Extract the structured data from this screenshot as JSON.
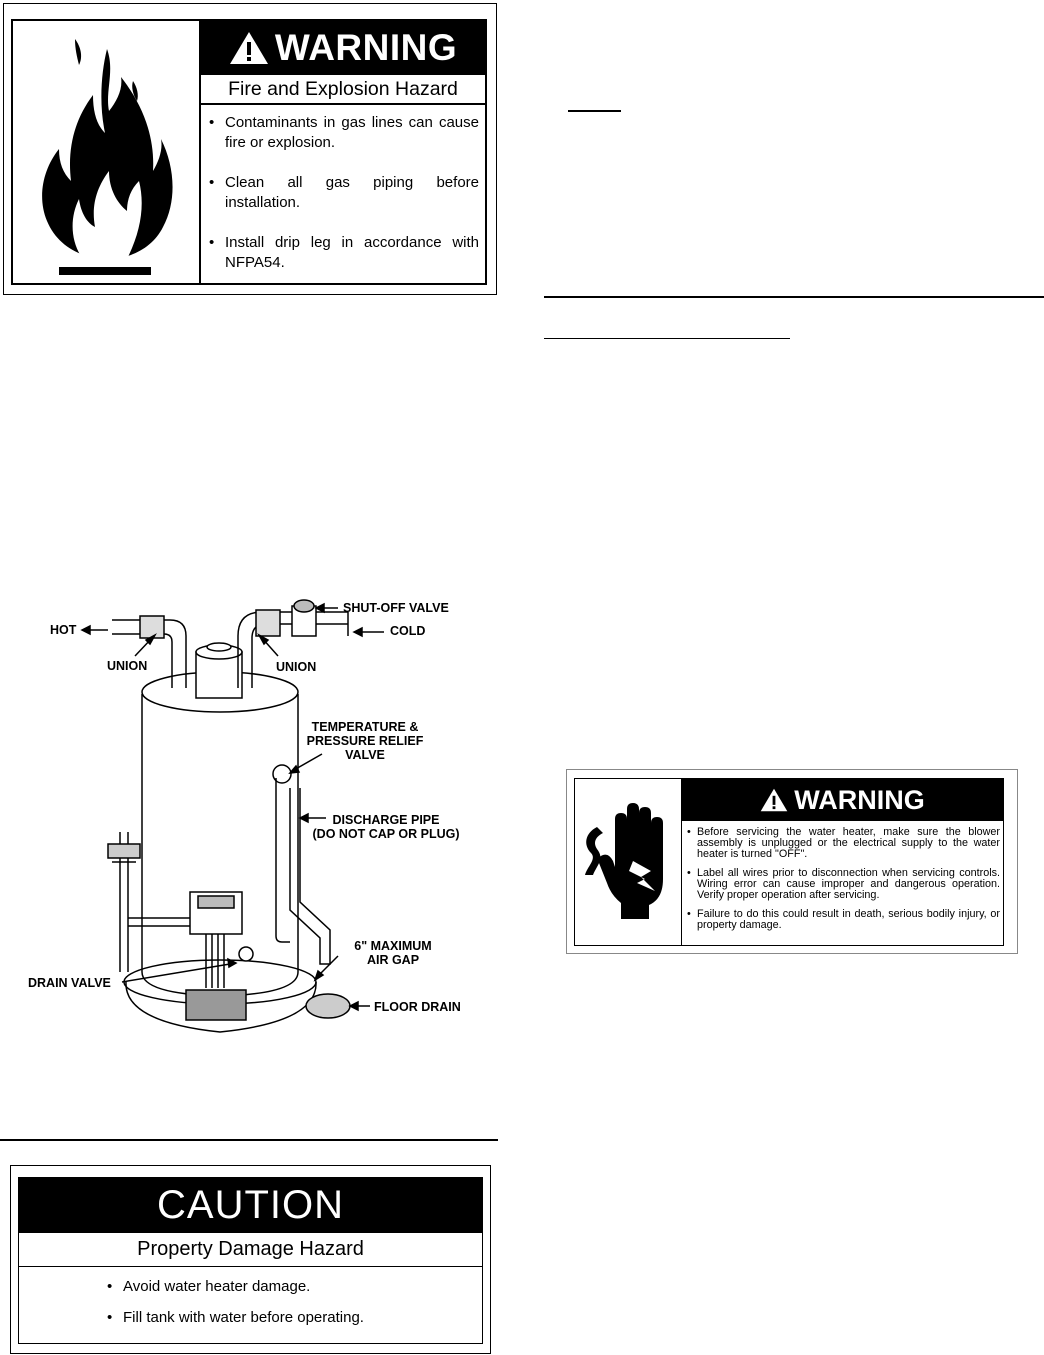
{
  "fire_warning": {
    "title": "WARNING",
    "subtitle": "Fire and Explosion Hazard",
    "bullets": [
      "Contaminants in gas lines can cause fire or explosion.",
      "Clean all gas piping before installation.",
      "Install drip leg in accordance with NFPA54."
    ]
  },
  "diagram": {
    "labels": {
      "hot": "HOT",
      "union_left": "UNION",
      "union_right": "UNION",
      "shutoff": "SHUT-OFF VALVE",
      "cold": "COLD",
      "tp_valve_1": "TEMPERATURE &",
      "tp_valve_2": "PRESSURE RELIEF",
      "tp_valve_3": "VALVE",
      "discharge_1": "DISCHARGE PIPE",
      "discharge_2": "(DO NOT CAP OR PLUG)",
      "air_gap_1": "6\" MAXIMUM",
      "air_gap_2": "AIR GAP",
      "drain_valve": "DRAIN VALVE",
      "floor_drain": "FLOOR DRAIN"
    }
  },
  "caution": {
    "title": "CAUTION",
    "subtitle": "Property Damage Hazard",
    "bullets": [
      "Avoid water heater damage.",
      "Fill tank with water before operating."
    ]
  },
  "electrical_warning": {
    "title": "WARNING",
    "bullets": [
      "Before servicing the water heater, make sure the blower assembly is unplugged or the electrical supply to the water heater is turned \"OFF\".",
      "Label all wires prior to disconnection when servicing controls. Wiring error can cause improper and dangerous operation. Verify proper operation after servicing.",
      "Failure to do this could result in death, serious bodily injury, or property damage."
    ]
  }
}
